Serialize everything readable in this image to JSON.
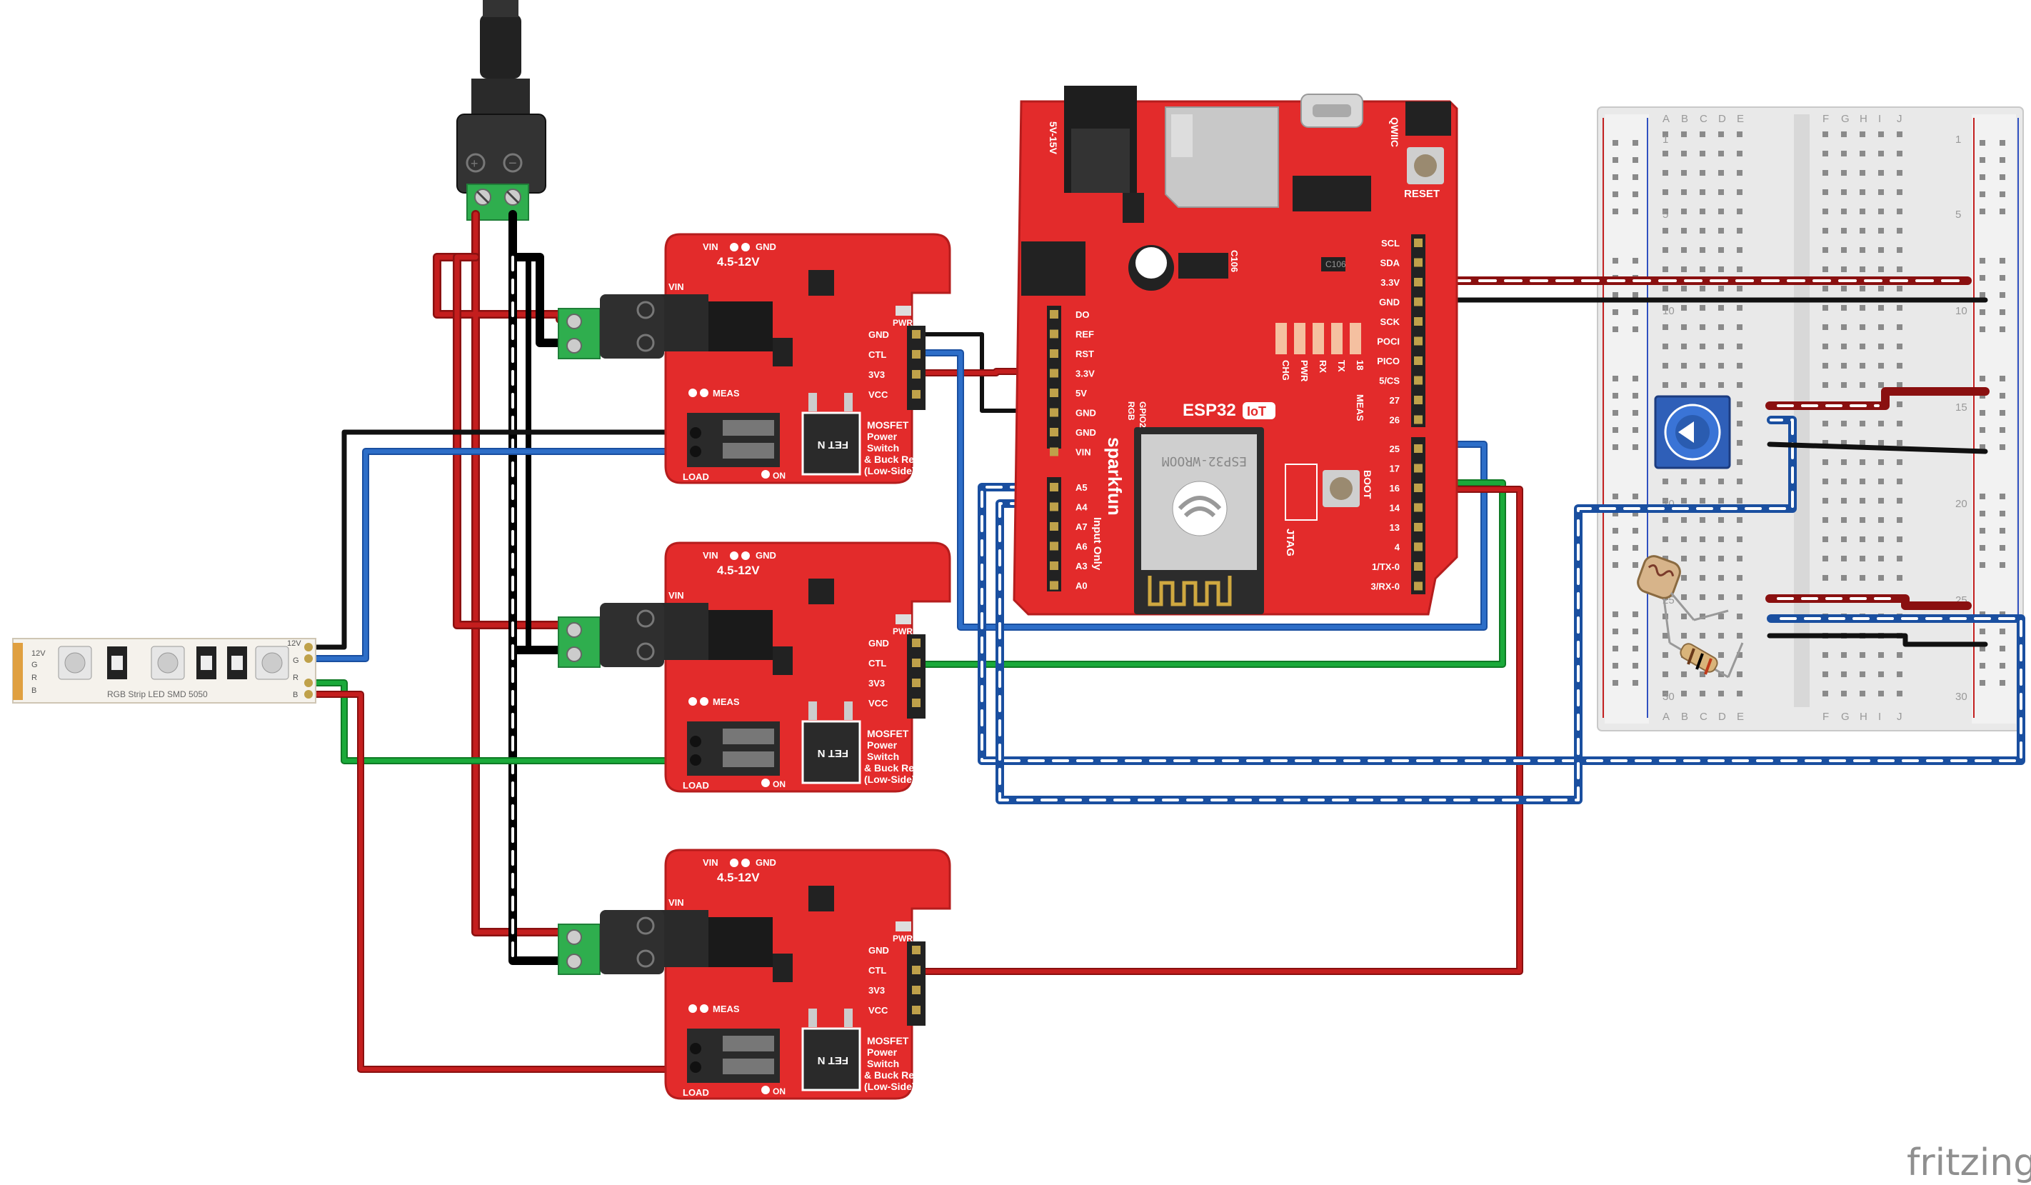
{
  "branding": {
    "footer": "fritzing"
  },
  "led_strip": {
    "label": "RGB Strip LED SMD 5050",
    "pins": [
      "12V",
      "G",
      "R",
      "B"
    ],
    "left_pins": [
      "12V",
      "G",
      "R",
      "B"
    ]
  },
  "mosfet_boards": [
    {
      "id": "mosfet-1",
      "vin_top": "VIN",
      "gnd_top": "GND",
      "voltage": "4.5-12V",
      "vin_side": "VIN",
      "pwr": "PWR",
      "meas": "MEAS",
      "load": "LOAD",
      "on": "ON",
      "pins": [
        "GND",
        "CTL",
        "3V3",
        "VCC"
      ],
      "fet": "FET N",
      "title_lines": [
        "MOSFET",
        "Power",
        "Switch",
        "& Buck Reg",
        "(Low-Side)"
      ]
    },
    {
      "id": "mosfet-2",
      "vin_top": "VIN",
      "gnd_top": "GND",
      "voltage": "4.5-12V",
      "vin_side": "VIN",
      "pwr": "PWR",
      "meas": "MEAS",
      "load": "LOAD",
      "on": "ON",
      "pins": [
        "GND",
        "CTL",
        "3V3",
        "VCC"
      ],
      "fet": "FET N",
      "title_lines": [
        "MOSFET",
        "Power",
        "Switch",
        "& Buck Reg",
        "(Low-Side)"
      ]
    },
    {
      "id": "mosfet-3",
      "vin_top": "VIN",
      "gnd_top": "GND",
      "voltage": "4.5-12V",
      "vin_side": "VIN",
      "pwr": "PWR",
      "meas": "MEAS",
      "load": "LOAD",
      "on": "ON",
      "pins": [
        "GND",
        "CTL",
        "3V3",
        "VCC"
      ],
      "fet": "FET N",
      "title_lines": [
        "MOSFET",
        "Power",
        "Switch",
        "& Buck Reg",
        "(Low-Side)"
      ]
    }
  ],
  "esp32": {
    "brand": "sparkfun",
    "model": "ESP32",
    "model_tag": "IoT",
    "module": "ESP32-WROOM",
    "input_only": "Input Only",
    "jtag": "JTAG",
    "boot": "BOOT",
    "reset": "RESET",
    "qwiic": "QWIIC",
    "vin_label": "5V-15V",
    "cap": "C106",
    "rgb": "RGB",
    "gpio2": "GPIO2",
    "led_labels": [
      "CHG",
      "PWR",
      "RX",
      "TX",
      "18"
    ],
    "left_top_pins": [
      "DO",
      "REF",
      "RST",
      "3.3V",
      "5V",
      "GND",
      "GND",
      "VIN"
    ],
    "left_bottom_pins": [
      "A5",
      "A4",
      "A7",
      "A6",
      "A3",
      "A0"
    ],
    "right_top_pins": [
      "SCL",
      "SDA",
      "3.3V",
      "GND",
      "SCK",
      "POCI",
      "PICO",
      "5/CS",
      "27",
      "26"
    ],
    "right_bottom_pins": [
      "25",
      "17",
      "16",
      "14",
      "13",
      "4",
      "1/TX-0",
      "3/RX-0"
    ],
    "meas": "MEAS"
  },
  "breadboard": {
    "cols_left": [
      "A",
      "B",
      "C",
      "D",
      "E"
    ],
    "cols_right": [
      "F",
      "G",
      "H",
      "I",
      "J"
    ],
    "row_numbers": [
      "1",
      "5",
      "10",
      "15",
      "20",
      "25",
      "30"
    ]
  },
  "wire_colors": {
    "red": "#c41e1e",
    "black": "#1e1e1e",
    "blue": "#2d6ec8",
    "green": "#1aaa3a",
    "white": "#ffffff"
  }
}
